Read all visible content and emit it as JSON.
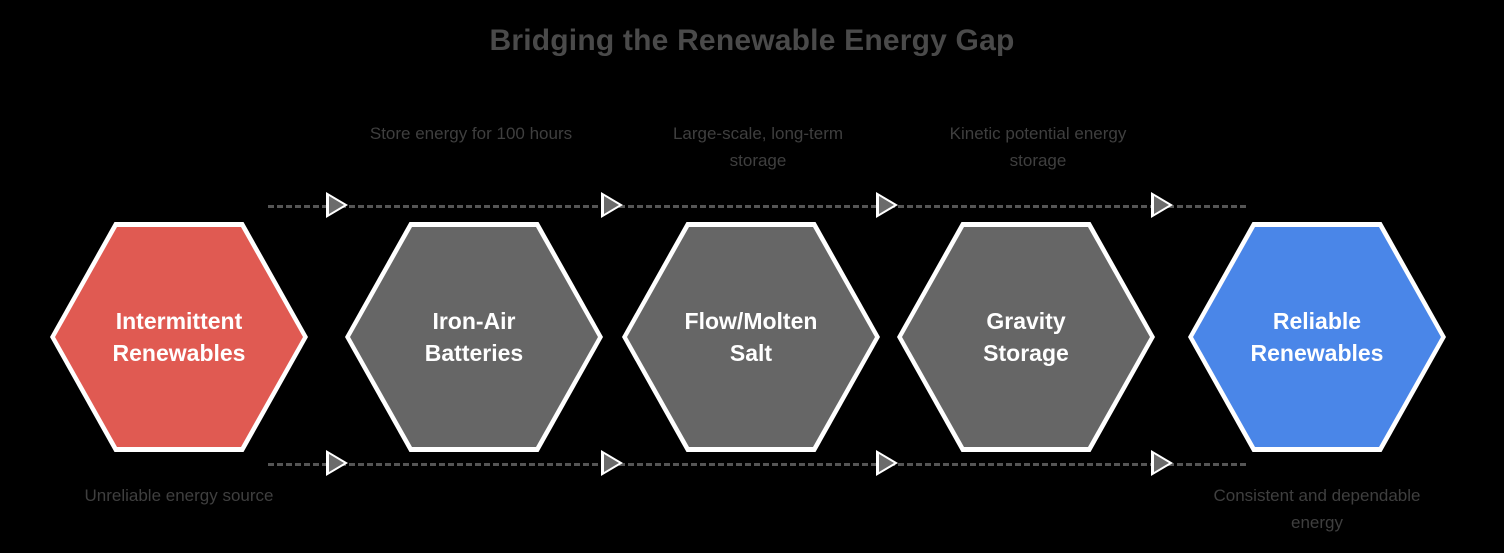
{
  "title": "Bridging the Renewable Energy Gap",
  "colors": {
    "background": "#000000",
    "title_text": "#4a4a4a",
    "caption_text": "#3f3f3f",
    "node_start": "#e05a52",
    "node_middle": "#666666",
    "node_end": "#4a86e8",
    "node_border": "#ffffff",
    "node_label": "#ffffff",
    "flow_line": "#555555",
    "arrow_fill": "#6b6b6b",
    "arrow_outline": "#ffffff"
  },
  "nodes": [
    {
      "id": "intermittent-renewables",
      "label": "Intermittent\nRenewables",
      "fill": "#e05a52",
      "role": "start"
    },
    {
      "id": "iron-air-batteries",
      "label": "Iron-Air\nBatteries",
      "fill": "#666666",
      "role": "storage"
    },
    {
      "id": "flow-molten-salt",
      "label": "Flow/Molten\nSalt",
      "fill": "#666666",
      "role": "storage"
    },
    {
      "id": "gravity-storage",
      "label": "Gravity\nStorage",
      "fill": "#666666",
      "role": "storage"
    },
    {
      "id": "reliable-renewables",
      "label": "Reliable\nRenewables",
      "fill": "#4a86e8",
      "role": "end"
    }
  ],
  "top_captions": [
    {
      "id": "caption-iron-air",
      "text": "Store energy for 100 hours"
    },
    {
      "id": "caption-flow-molten-salt",
      "text": "Large-scale, long-term storage"
    },
    {
      "id": "caption-gravity",
      "text": "Kinetic potential energy storage"
    }
  ],
  "bottom_captions": [
    {
      "id": "caption-unreliable",
      "text": "Unreliable energy source"
    },
    {
      "id": "caption-consistent",
      "text": "Consistent and dependable energy"
    }
  ],
  "flow": {
    "direction": "left-to-right",
    "line_style": "dashed",
    "arrow_count_per_line": 4,
    "lines": 2
  }
}
